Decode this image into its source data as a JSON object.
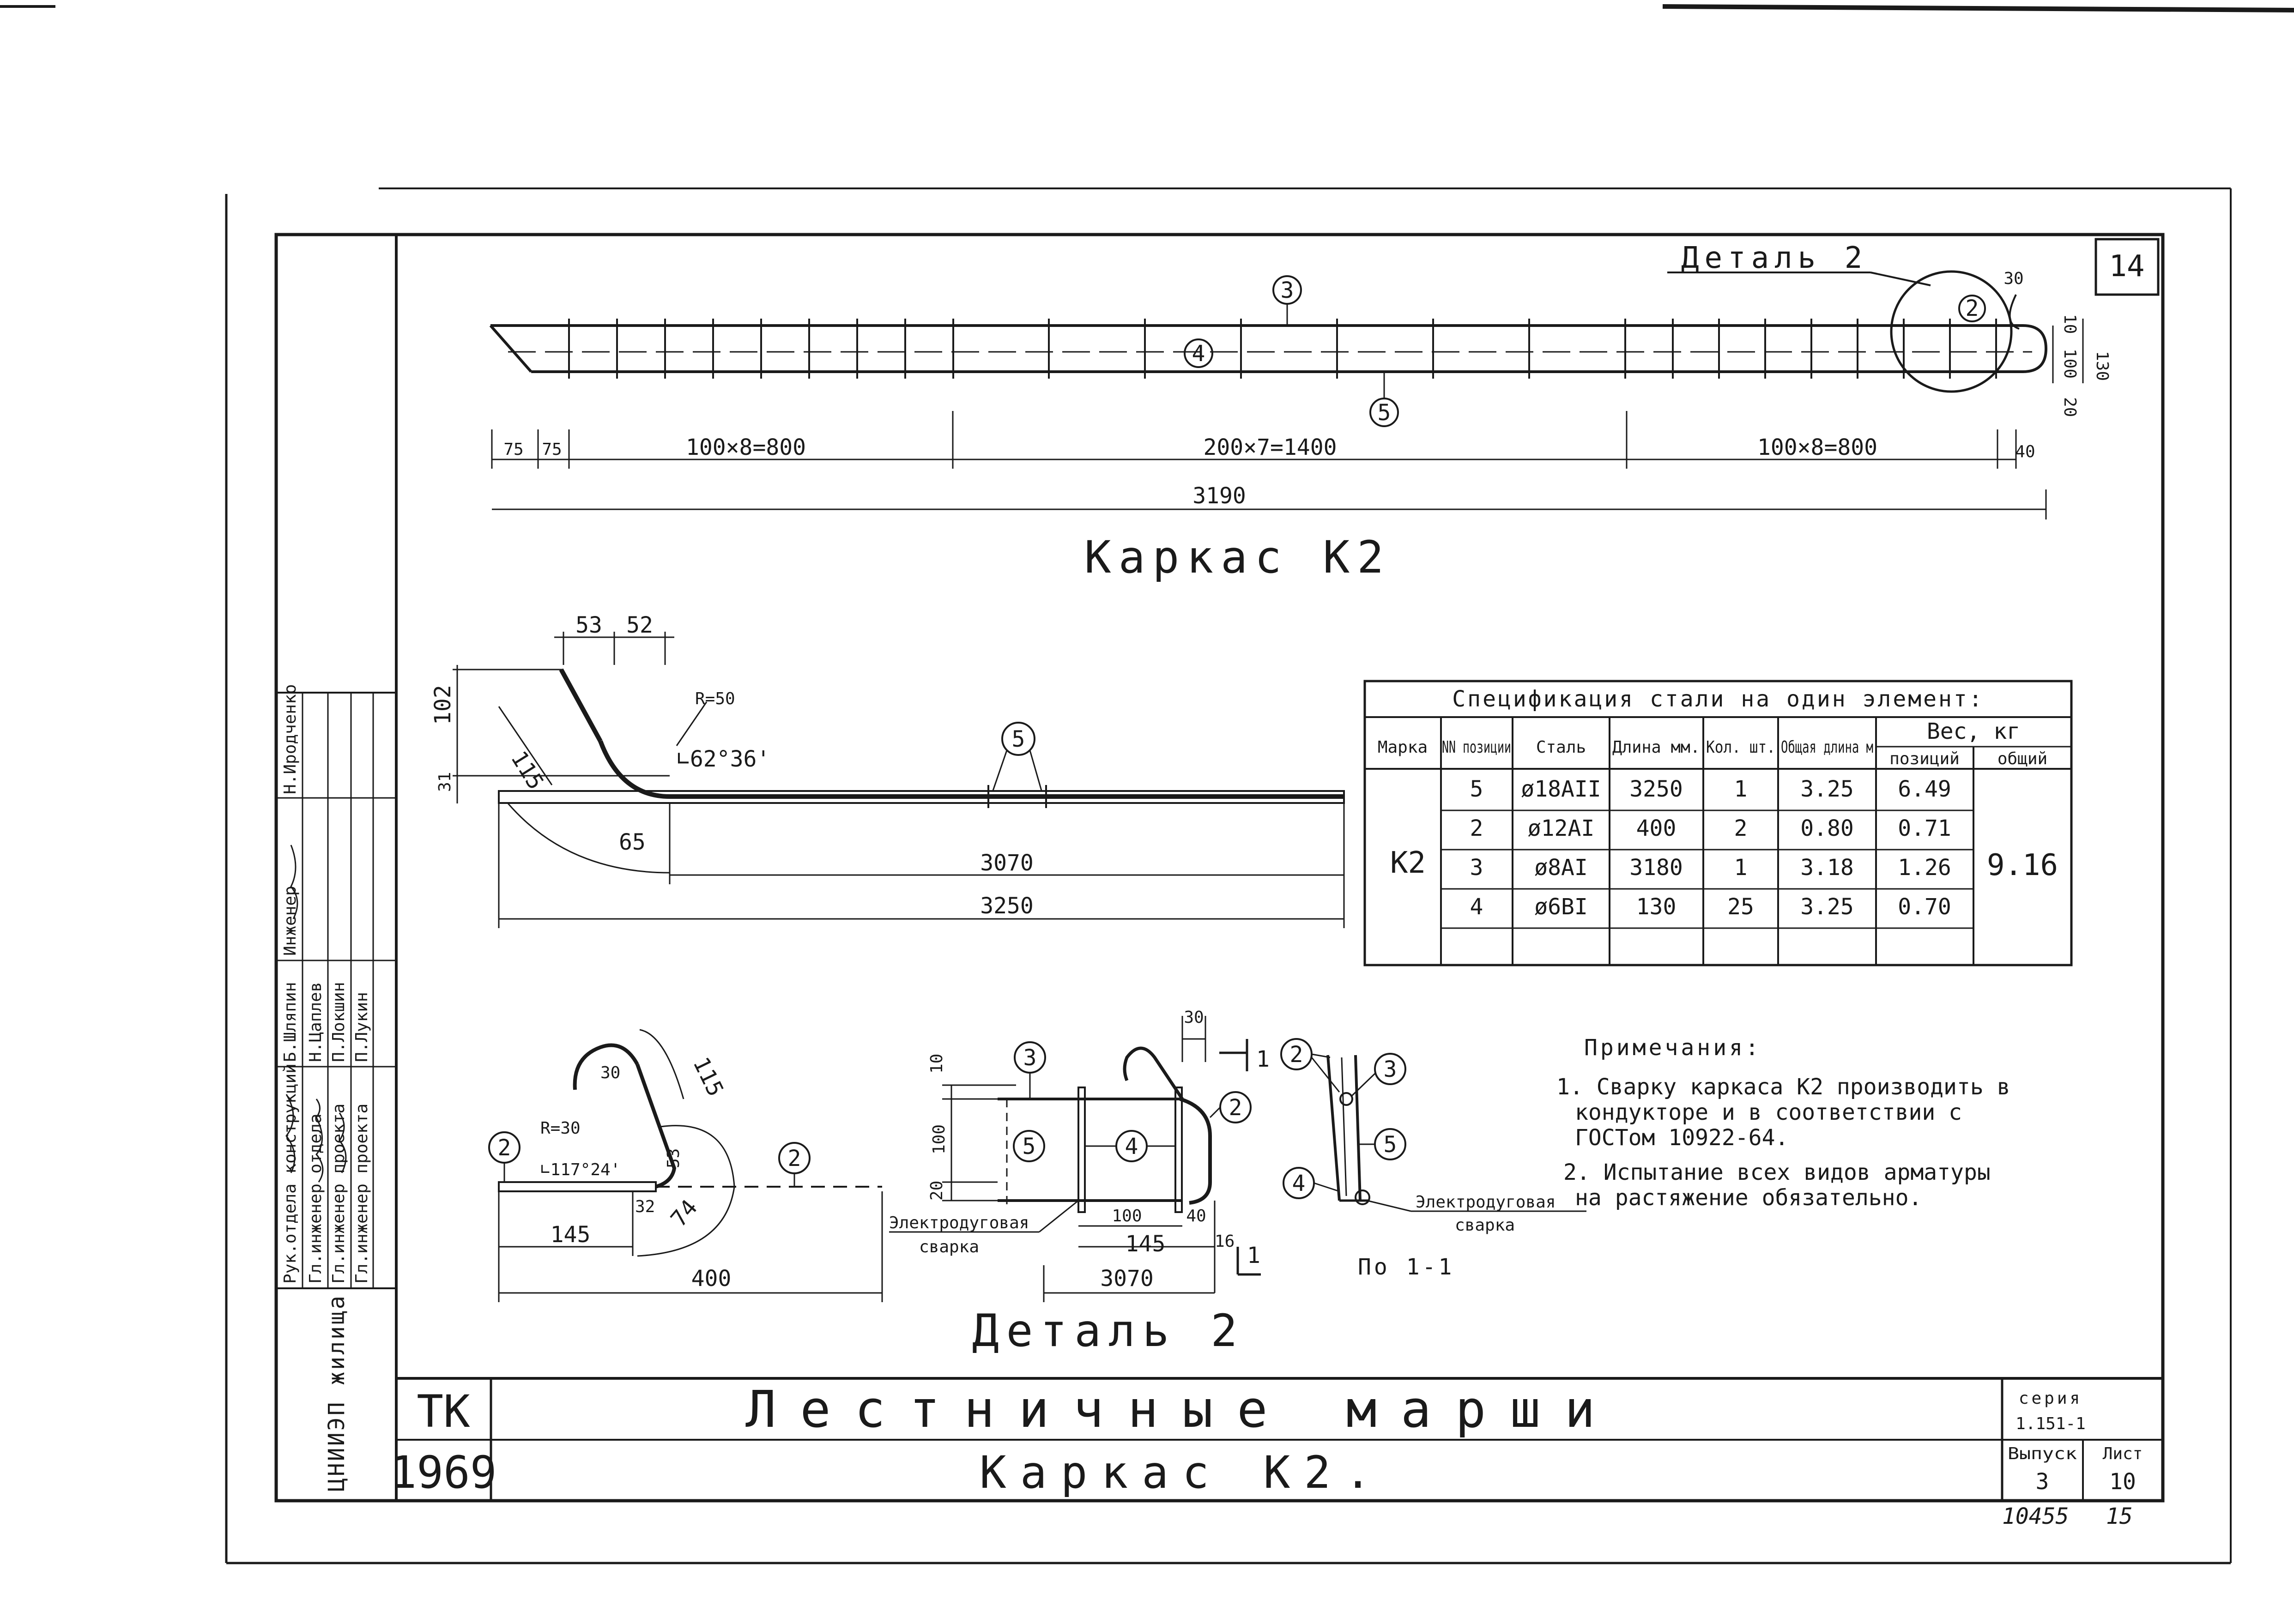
{
  "sheet": {
    "number": "14",
    "footer_left": "10455",
    "footer_right": "15"
  },
  "main_view": {
    "callout_3": "3",
    "callout_4": "4",
    "callout_5": "5",
    "detail_label": "Деталь 2",
    "detail_callout": "2",
    "dim_30": "30",
    "dim_10": "10",
    "dim_100": "100",
    "dim_130": "130",
    "dim_20": "20",
    "dim_75a": "75",
    "dim_75b": "75",
    "dim_left": "100×8=800",
    "dim_mid": "200×7=1400",
    "dim_right": "100×8=800",
    "dim_40": "40",
    "dim_total": "3190",
    "title": "Каркас К2"
  },
  "bar_view": {
    "dim_53": "53",
    "dim_52": "52",
    "dim_102": "102",
    "dim_31": "31",
    "dim_115": "115",
    "radius": "R=50",
    "angle": "∟62°36'",
    "callout_5": "5",
    "dim_65": "65",
    "dim_3070": "3070",
    "dim_3250": "3250"
  },
  "spec_table": {
    "title": "Спецификация стали на один элемент:",
    "headers": {
      "mark": "Марка",
      "pos": "NN позиции",
      "steel": "Сталь",
      "length": "Длина мм.",
      "qty": "Кол. шт.",
      "total_len": "Общая длина м",
      "weight": "Вес, кг",
      "w_pos": "позиций",
      "w_total": "общий"
    },
    "mark": "К2",
    "total_weight": "9.16",
    "rows": [
      {
        "pos": "5",
        "steel": "ø18АII",
        "length": "3250",
        "qty": "1",
        "total_len": "3.25",
        "weight": "6.49"
      },
      {
        "pos": "2",
        "steel": "ø12АI",
        "length": "400",
        "qty": "2",
        "total_len": "0.80",
        "weight": "0.71"
      },
      {
        "pos": "3",
        "steel": "ø8АI",
        "length": "3180",
        "qty": "1",
        "total_len": "3.18",
        "weight": "1.26"
      },
      {
        "pos": "4",
        "steel": "ø6ВI",
        "length": "130",
        "qty": "25",
        "total_len": "3.25",
        "weight": "0.70"
      }
    ]
  },
  "notes": {
    "title": "Примечания:",
    "line1": "1. Сварку каркаса К2 производить в",
    "line2": "кондукторе и в соответствии с",
    "line3": "ГОСТом 10922-64.",
    "line4": "2. Испытание всех видов арматуры",
    "line5": "на растяжение обязательно."
  },
  "bent_bar": {
    "dim_30": "30",
    "dim_115": "115",
    "radius": "R=30",
    "angle": "∟117°24'",
    "dim_53": "53",
    "dim_74": "74",
    "dim_32": "32",
    "dim_145": "145",
    "dim_400": "400",
    "callout_2a": "2",
    "callout_2b": "2"
  },
  "detail2": {
    "dim_30": "30",
    "cut_mark": "1",
    "dim_10": "10",
    "dim_100": "100",
    "dim_20": "20",
    "callout_3": "3",
    "callout_2": "2",
    "callout_5": "5",
    "callout_4": "4",
    "dim_100b": "100",
    "dim_40": "40",
    "dim_145": "145",
    "dim_16": "16",
    "dim_3070": "3070",
    "weld_1": "Электродуговая",
    "weld_2": "сварка",
    "title": "Деталь 2"
  },
  "section": {
    "callout_2": "2",
    "callout_3": "3",
    "callout_5": "5",
    "callout_4": "4",
    "weld_1": "Электродуговая",
    "weld_2": "сварка",
    "title": "По 1-1"
  },
  "title_block": {
    "tk": "ТК",
    "year": "1969",
    "title": "Лестничные марши",
    "subtitle": "Каркас К2.",
    "series_label": "серия",
    "series": "1.151-1",
    "issue_label": "Выпуск",
    "issue": "3",
    "sheet_label": "Лист",
    "sheet": "10"
  },
  "side_stamp": {
    "org": "ЦНИИЭП жилища",
    "roles": [
      "Рук.отдела конструкций",
      "Гл.инженер отдела",
      "Гл.инженер проекта",
      "Гл.инженер проекта",
      "Инженер"
    ],
    "names": [
      "Б.Шляпин",
      "Н.Цаплев",
      "П.Локшин",
      "П.Лукин",
      "Н.Иродченко"
    ]
  }
}
